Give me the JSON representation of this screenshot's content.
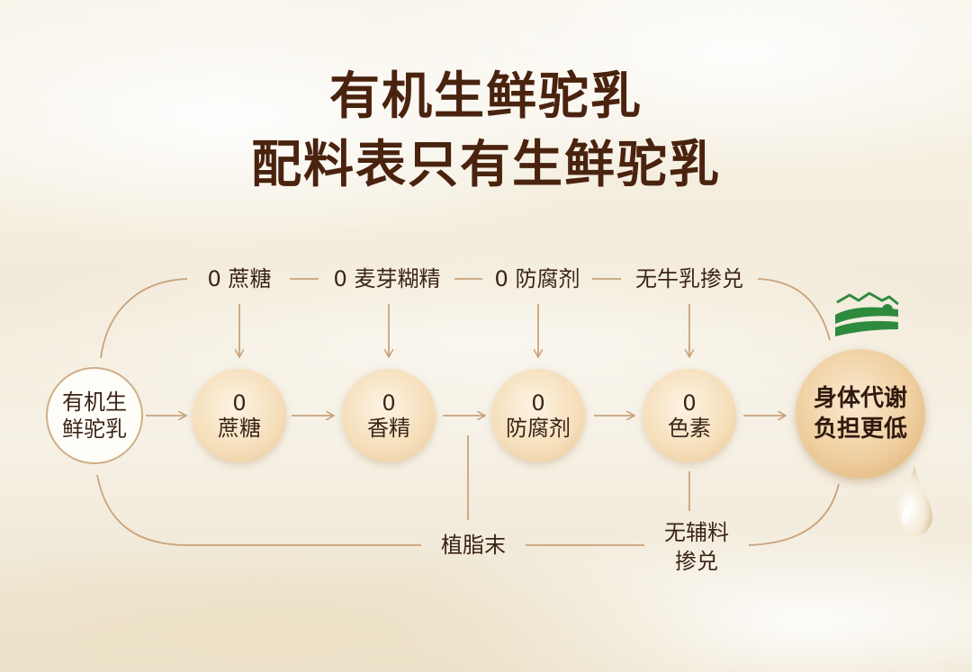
{
  "title": {
    "line1": "有机生鲜驼乳",
    "line2": "配料表只有生鲜驼乳"
  },
  "source": {
    "line1": "有机生",
    "line2": "鲜驼乳"
  },
  "top_labels": [
    "0 蔗糖",
    "0 麦芽糊精",
    "0 防腐剂",
    "无牛乳掺兑"
  ],
  "bubbles": [
    {
      "line1": "0",
      "line2": "蔗糖"
    },
    {
      "line1": "0",
      "line2": "香精"
    },
    {
      "line1": "0",
      "line2": "防腐剂"
    },
    {
      "line1": "0",
      "line2": "色素"
    }
  ],
  "result": {
    "line1": "身体代谢",
    "line2": "负担更低"
  },
  "bottom_labels": {
    "veg_fat": "植脂末",
    "no_aux_line1": "无辅料",
    "no_aux_line2": "掺兑"
  },
  "icons": [
    "organic-field-icon",
    "milk-drop-icon"
  ],
  "colors": {
    "title": "#4a230f",
    "line": "#c9a27a",
    "bubble": "#f5deb9",
    "organic_green": "#2e8b3e"
  }
}
